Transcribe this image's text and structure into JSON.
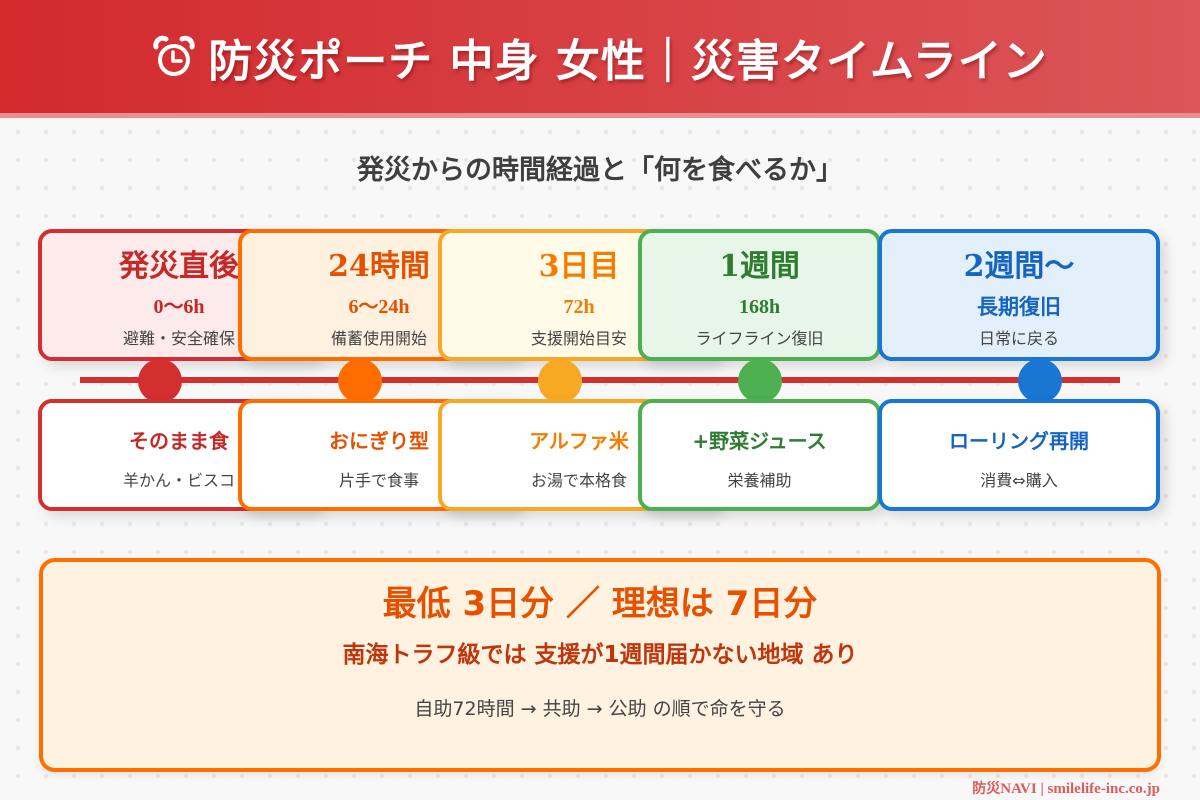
{
  "header": {
    "icon": "alarm-clock-icon",
    "title": "防災ポーチ 中身 女性｜災害タイムライン"
  },
  "subtitle": "発災からの時間経過と「何を食べるか」",
  "stages": [
    {
      "period": "発災直後",
      "hours": "0〜6h",
      "desc": "避難・安全確保",
      "food": "そのまま食",
      "food_desc": "羊かん・ビスコ",
      "color": "#d32f2f",
      "bg": "#fdeaea",
      "text_color": "#c62828"
    },
    {
      "period": "24時間",
      "hours": "6〜24h",
      "desc": "備蓄使用開始",
      "food": "おにぎり型",
      "food_desc": "片手で食事",
      "color": "#ff6d00",
      "bg": "#fff1e0",
      "text_color": "#e65100"
    },
    {
      "period": "3日目",
      "hours": "72h",
      "desc": "支援開始目安",
      "food": "アルファ米",
      "food_desc": "お湯で本格食",
      "color": "#f9a825",
      "bg": "#fffbe8",
      "text_color": "#f57c00"
    },
    {
      "period": "1週間",
      "hours": "168h",
      "desc": "ライフライン復旧",
      "food": "+野菜ジュース",
      "food_desc": "栄養補助",
      "color": "#4caf50",
      "bg": "#e8f5e9",
      "text_color": "#2e7d32"
    },
    {
      "period": "2週間〜",
      "hours": "長期復旧",
      "desc": "日常に戻る",
      "food": "ローリング再開",
      "food_desc": "消費⇔購入",
      "color": "#1976d2",
      "bg": "#e3f0fc",
      "text_color": "#1565c0"
    }
  ],
  "summary": {
    "main": "最低 3日分 ／ 理想は 7日分",
    "sub": "南海トラフ級では 支援が1週間届かない地域 あり",
    "note": "自助72時間 → 共助 → 公助 の順で命を守る"
  },
  "footer": {
    "brand": "防災",
    "brand_suffix": "NAVI",
    "separator": "|",
    "site": "smilelife-inc.co.jp"
  },
  "colors": {
    "header_start": "#d32a2e",
    "header_end": "#dc5558",
    "timeline": "#d32f2f",
    "summary_border": "#ff6f00",
    "summary_bg": "#fff2e0"
  }
}
